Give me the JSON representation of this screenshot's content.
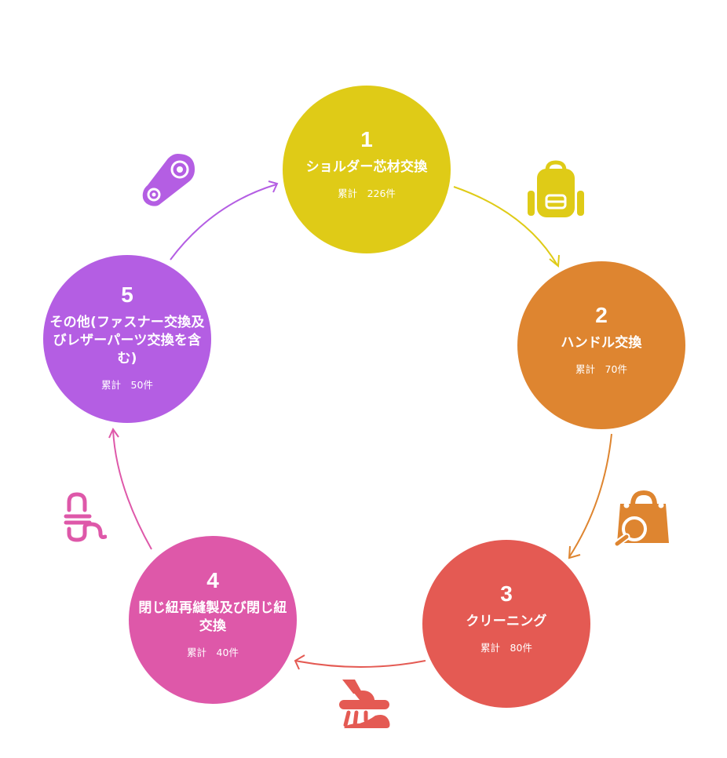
{
  "diagram": {
    "type": "cycle",
    "steps": [
      {
        "number": "1",
        "title": "ショルダー芯材交換",
        "count": "累計　226件",
        "color": "#dfcb17",
        "icon": "backpack-icon"
      },
      {
        "number": "2",
        "title": "ハンドル交換",
        "count": "累計　70件",
        "color": "#de8530",
        "icon": "shopping-bag-search-icon"
      },
      {
        "number": "3",
        "title": "クリーニング",
        "count": "累計　80件",
        "color": "#e45a53",
        "icon": "cleaning-brush-icon"
      },
      {
        "number": "4",
        "title": "閉じ紐再縫製及び閉じ紐交換",
        "count": "累計　40件",
        "color": "#de58a9",
        "icon": "string-cord-icon"
      },
      {
        "number": "5",
        "title": "その他(ファスナー交換及びレザーパーツ交換を含む)",
        "count": "累計　50件",
        "color": "#b45ee3",
        "icon": "belt-pulley-icon"
      }
    ]
  }
}
